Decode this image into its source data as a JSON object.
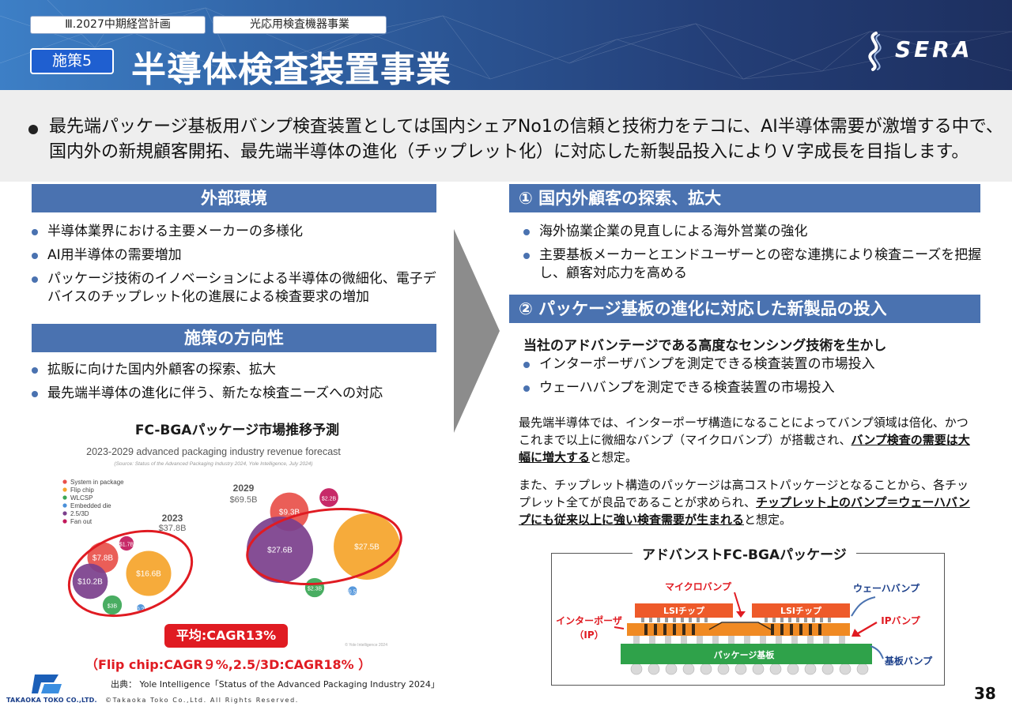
{
  "header": {
    "crumb_1": "Ⅲ.2027中期経営計画",
    "crumb_2": "光応用検査機器事業",
    "measure_tag": "施策5",
    "title": "半導体検査装置事業",
    "logo_text": "SERA"
  },
  "intro": {
    "text": "最先端パッケージ基板用バンプ検査装置としては国内シェアNo1の信頼と技術力をテコに、AI半導体需要が激増する中で、国内外の新規顧客開拓、最先端半導体の進化（チップレット化）に対応した新製品投入によりＶ字成長を目指します。"
  },
  "left": {
    "external_title": "外部環境",
    "external_items": [
      "半導体業界における主要メーカーの多様化",
      "AI用半導体の需要増加",
      "パッケージ技術のイノベーションによる半導体の微細化、電子デバイスのチップレット化の進展による検査要求の増加"
    ],
    "direction_title": "施策の方向性",
    "direction_items": [
      "拡販に向けた国内外顧客の探索、拡大",
      "最先端半導体の進化に伴う、新たな検査ニーズへの対応"
    ],
    "chart_caption": "FC-BGAパッケージ市場推移予測",
    "cagr_badge": "平均:CAGR13%",
    "cagr_detail": "（Flip chip:CAGR９%,2.5/3D:CAGR18% ）",
    "source": "出典： Yole Intelligence「Status of the Advanced Packaging Industry 2024」"
  },
  "chart_data": {
    "type": "bubble",
    "title": "2023-2029 advanced packaging industry revenue forecast",
    "subtitle": "(Source: Status of the Advanced Packaging Industry 2024, Yole Intelligence, July 2024)",
    "legend": [
      "System in package",
      "Flip chip",
      "WLCSP",
      "Embedded die",
      "2.5/3D",
      "Fan out"
    ],
    "legend_colors": [
      "#e8504a",
      "#f5a42a",
      "#3aa655",
      "#4a90d9",
      "#7b3f8c",
      "#c2185b"
    ],
    "groups": [
      {
        "year": "2023",
        "total": "$37.8B",
        "bubbles": [
          {
            "series": "System in package",
            "label": "$7.8B",
            "value": 7.8
          },
          {
            "series": "Flip chip",
            "label": "$16.6B",
            "value": 16.6
          },
          {
            "series": "2.5/3D",
            "label": "$10.2B",
            "value": 10.2
          },
          {
            "series": "Fan out",
            "label": "$1.7B",
            "value": 1.7
          },
          {
            "series": "WLCSP",
            "label": "$3B",
            "value": 3.0
          },
          {
            "series": "Embedded die",
            "label": "$0.2B",
            "value": 0.2
          }
        ]
      },
      {
        "year": "2029",
        "total": "$69.5B",
        "bubbles": [
          {
            "series": "System in package",
            "label": "$9.3B",
            "value": 9.3
          },
          {
            "series": "Flip chip",
            "label": "$27.5B",
            "value": 27.5
          },
          {
            "series": "2.5/3D",
            "label": "$27.6B",
            "value": 27.6
          },
          {
            "series": "Fan out",
            "label": "$2.2B",
            "value": 2.2
          },
          {
            "series": "WLCSP",
            "label": "$2.3B",
            "value": 2.3
          },
          {
            "series": "Embedded die",
            "label": "$0.5B",
            "value": 0.5
          }
        ]
      }
    ],
    "watermark": "© Yole Intelligence 2024"
  },
  "right": {
    "s1_title": "① 国内外顧客の探索、拡大",
    "s1_items": [
      "海外協業企業の見直しによる海外営業の強化",
      "主要基板メーカーとエンドユーザーとの密な連携により検査ニーズを把握し、顧客対応力を高める"
    ],
    "s2_title": "② パッケージ基板の進化に対応した新製品の投入",
    "s2_lead": "当社のアドバンテージである高度なセンシング技術を生かし",
    "s2_items": [
      "インターポーザバンプを測定できる検査装置の市場投入",
      "ウェーハバンプを測定できる検査装置の市場投入"
    ],
    "para1_a": "最先端半導体では、インターポーザ構造になることによってバンプ領域は倍化、かつこれまで以上に微細なバンプ（マイクロバンプ）が搭載され、",
    "para1_b": "バンプ検査の需要は大幅に増大する",
    "para1_c": "と想定。",
    "para2_a": "また、チップレット構造のパッケージは高コストパッケージとなることから、各チップレット全てが良品であることが求められ、",
    "para2_b": "チップレット上のバンプ＝ウェーハバンプにも従来以上に強い検査需要が生まれる",
    "para2_c": "と想定。"
  },
  "diagram": {
    "title": "アドバンストFC-BGAパッケージ",
    "micro_bump": "マイクロバンプ",
    "wafer_bump": "ウェーハバンプ",
    "lsi_chip_1": "LSIチップ",
    "lsi_chip_2": "LSIチップ",
    "interposer": "インターポーザ",
    "interposer_abbr": "（IP）",
    "ip_bump": "IPバンプ",
    "substrate": "パッケージ基板",
    "substrate_bump": "基板バンプ"
  },
  "footer": {
    "company": "TAKAOKA TOKO CO.,LTD.",
    "copyright": "©Takaoka Toko Co.,Ltd. All Rights Reserved.",
    "page": "38"
  }
}
